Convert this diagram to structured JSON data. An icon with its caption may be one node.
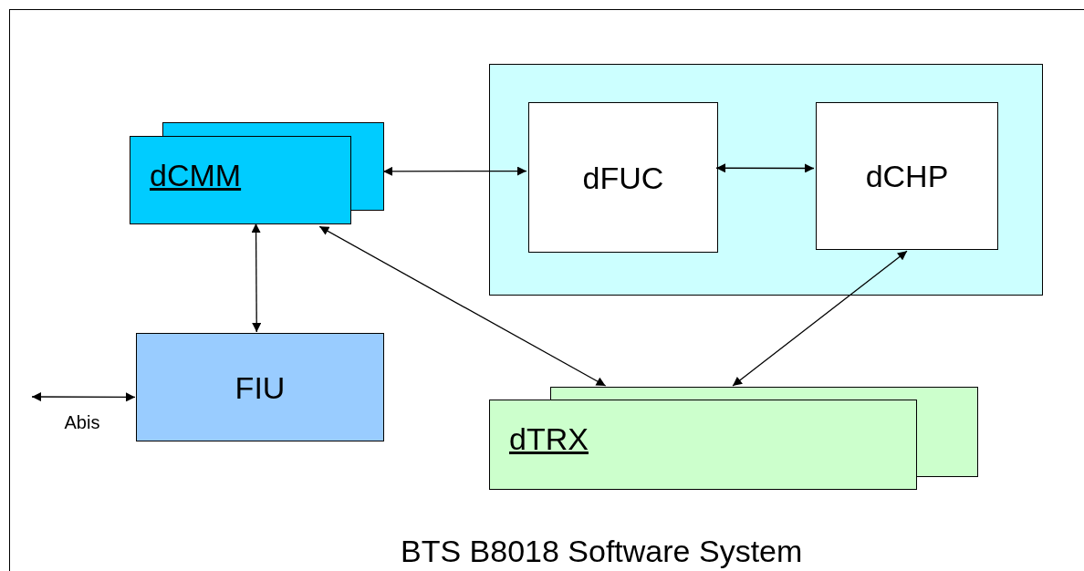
{
  "diagram": {
    "nodes": [
      {
        "text": [
          "BTS B8018 Software System"
        ]
      },
      {
        "text": [
          "dCMM"
        ],
        "in": 0
      },
      {
        "text": [],
        "shape": "box",
        "in": 0
      },
      {
        "text": [
          "dFUC"
        ],
        "in": 2
      },
      {
        "text": [
          "dCHP"
        ],
        "in": 2
      },
      {
        "text": [
          "FIU"
        ],
        "in": 0
      },
      {
        "text": [
          "dTRX"
        ],
        "in": 0
      }
    ],
    "edges": [
      {
        "from": 1,
        "to": 3,
        "arrow": "both"
      },
      {
        "from": 3,
        "to": 4,
        "arrow": "both"
      },
      {
        "from": 1,
        "to": 5,
        "arrow": "both"
      },
      {
        "from": 1,
        "to": 6,
        "arrow": "both"
      },
      {
        "from": 4,
        "to": 6,
        "arrow": "both"
      },
      {
        "from": null,
        "to": 5,
        "arrow": "both",
        "label": "Abis"
      }
    ]
  }
}
